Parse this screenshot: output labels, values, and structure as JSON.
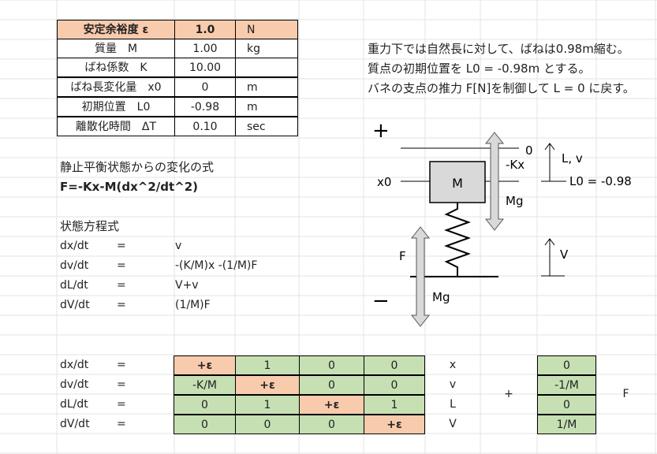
{
  "params": {
    "rows": [
      {
        "label": "安定余裕度 ε",
        "value": "1.0",
        "unit": "N"
      },
      {
        "label": "質量　M",
        "value": "1.00",
        "unit": "kg"
      },
      {
        "label": "ばね係数　K",
        "value": "10.00",
        "unit": ""
      },
      {
        "label": "ばね長変化量　x0",
        "value": "0",
        "unit": "m"
      },
      {
        "label": "初期位置　L0",
        "value": "-0.98",
        "unit": "m"
      },
      {
        "label": "離散化時間　ΔT",
        "value": "0.10",
        "unit": "sec"
      }
    ]
  },
  "notes": [
    "重力下では自然長に対して、ばねは0.98m縮む。",
    "質点の初期位置を L0 = -0.98m とする。",
    "バネの支点の推力 F[N]を制御して L = 0 に戻す。"
  ],
  "equation": {
    "title": "静止平衡状態からの変化の式",
    "formula": "F=-Kx-M(dx^2/dt^2)"
  },
  "state": {
    "title": "状態方程式",
    "rows": [
      {
        "lhs": "dx/dt",
        "eq": "=",
        "rhs": "v"
      },
      {
        "lhs": "dv/dt",
        "eq": "=",
        "rhs": "-(K/M)x -(1/M)F"
      },
      {
        "lhs": "dL/dt",
        "eq": "=",
        "rhs": "V+v"
      },
      {
        "lhs": "dV/dt",
        "eq": "=",
        "rhs": "(1/M)F"
      }
    ]
  },
  "diagram": {
    "plus": "+",
    "minus": "−",
    "zero": "0",
    "mass": "M",
    "x0": "x0",
    "neg_kx": "-Kx",
    "lv": "L, v",
    "l0": "L0 = -0.98",
    "mg_top": "Mg",
    "f": "F",
    "v": "V",
    "mg_bottom": "Mg"
  },
  "matrix": {
    "rows": [
      {
        "lhs": "dx/dt",
        "eq": "=",
        "cells": [
          "+ε",
          "1",
          "0",
          "0"
        ],
        "var": "x",
        "b": "0"
      },
      {
        "lhs": "dv/dt",
        "eq": "=",
        "cells": [
          "-K/M",
          "+ε",
          "0",
          "0"
        ],
        "var": "v",
        "b": "-1/M"
      },
      {
        "lhs": "dL/dt",
        "eq": "=",
        "cells": [
          "0",
          "1",
          "+ε",
          "1"
        ],
        "var": "L",
        "b": "0"
      },
      {
        "lhs": "dV/dt",
        "eq": "=",
        "cells": [
          "0",
          "0",
          "0",
          "+ε"
        ],
        "var": "V",
        "b": "1/M"
      }
    ],
    "plus": "+",
    "input": "F",
    "colors": {
      "diag": "#f8cbad",
      "other": "#c6e0b4"
    }
  }
}
